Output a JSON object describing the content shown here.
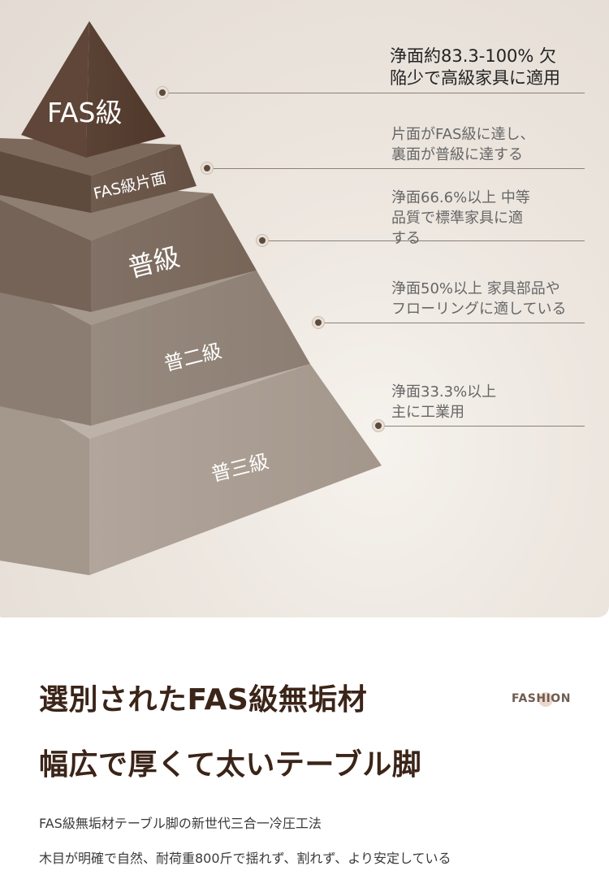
{
  "diagram": {
    "tiers": [
      {
        "label": "FAS級",
        "color": "#5d4537"
      },
      {
        "label": "FAS級片面",
        "color": "#6b5648"
      },
      {
        "label": "普級",
        "color": "#7c6a5e"
      },
      {
        "label": "普二級",
        "color": "#918276"
      },
      {
        "label": "普三級",
        "color": "#a99c92"
      }
    ],
    "descriptions": [
      {
        "lines": [
          "浄面約83.3-100% 欠",
          "陥少で高級家具に適用"
        ]
      },
      {
        "lines": [
          "片面がFAS級に達し、",
          "裏面が普級に達する"
        ]
      },
      {
        "lines": [
          "浄面66.6%以上 中等",
          "品質で標準家具に適",
          "する"
        ]
      },
      {
        "lines": [
          "浄面50%以上 家具部品や",
          "フローリングに適している"
        ]
      },
      {
        "lines": [
          "浄面33.3%以上",
          " 主に工業用"
        ]
      }
    ]
  },
  "headline": {
    "line1": "選別されたFAS級無垢材",
    "line2": "幅広で厚くて太いテーブル脚"
  },
  "brand": "FASHION",
  "body": {
    "line1": "FAS級無垢材テーブル脚の新世代三合一冷圧工法",
    "line2": "木目が明確で自然、耐荷重800斤で揺れず、割れず、より安定している"
  }
}
